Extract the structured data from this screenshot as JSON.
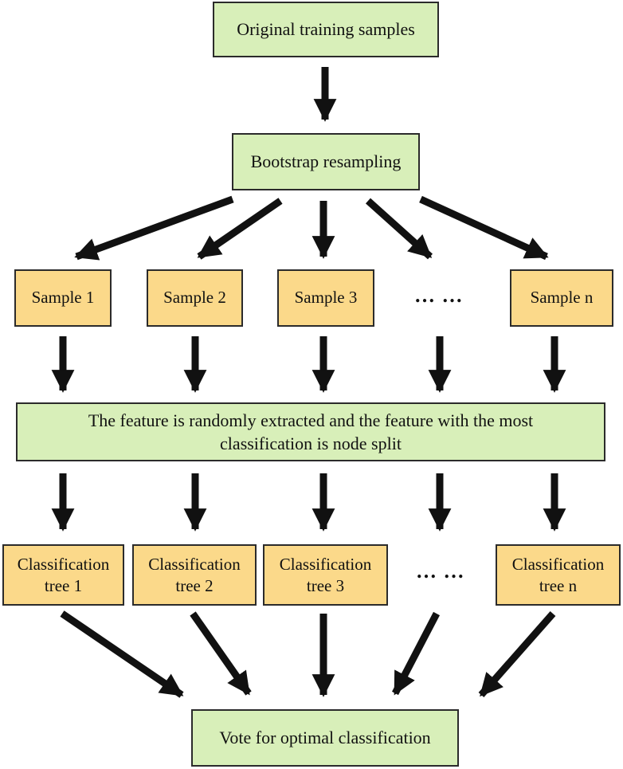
{
  "nodes": {
    "original": "Original training samples",
    "bootstrap": "Bootstrap resampling",
    "samples": [
      "Sample 1",
      "Sample 2",
      "Sample 3",
      "Sample n"
    ],
    "sample_ellipsis": "… …",
    "feature": "The feature is randomly extracted and the feature with the most classification is node split",
    "trees": [
      [
        "Classification",
        "tree 1"
      ],
      [
        "Classification",
        "tree 2"
      ],
      [
        "Classification",
        "tree 3"
      ],
      [
        "Classification",
        "tree n"
      ]
    ],
    "tree_ellipsis": "… …",
    "vote": "Vote for optimal classification"
  },
  "colors": {
    "process_box": "#d8efb9",
    "item_box": "#fbd98a",
    "arrow": "#111111"
  }
}
